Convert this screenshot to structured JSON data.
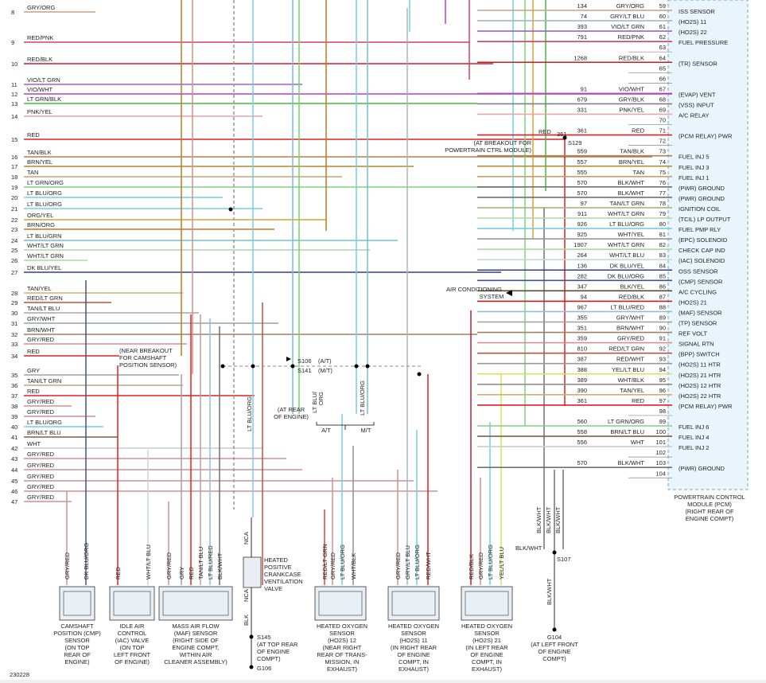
{
  "colors": {
    "GRY/ORG": "#c8a080",
    "RED/PNK": "#d64060",
    "RED/BLK": "#c02020",
    "LT GRN": "#6fd66f",
    "VIO/WHT": "#b040c0",
    "LT GRN/BLK": "#3cbf3c",
    "PNK/YEL": "#f0a0a0",
    "RED": "#e02020",
    "TAN/BLK": "#b08050",
    "BRN/YEL": "#b08a30",
    "TAN": "#c8a070",
    "LT GRN/ORG": "#7fd080",
    "LT BLU/ORG": "#70d0e0",
    "ORG/YEL": "#e0a030",
    "BRN/ORG": "#c07a20",
    "LT BLU/GRN": "#70c0d0",
    "WHT/LT GRN": "#a8d8a8",
    "DK BLU/YEL": "#304080",
    "TAN/YEL": "#d0b070",
    "RED/LT GRN": "#c05040",
    "TAN/LT BLU": "#b0a0a0",
    "GRY/WHT": "#9aa0a0",
    "BRN/WHT": "#a08060",
    "GRY/RED": "#d09090",
    "GRY": "#a0a0a0",
    "TAN/LT GRN": "#b0b080",
    "WHT": "#cccccc",
    "BRN/LT BLU": "#806040",
    "BLK/WHT": "#707070",
    "DK BLU/ORG": "#405090",
    "BLK/YEL": "#505030",
    "YEL/LT BLU": "#d8e060",
    "WHT/BLK": "#909090",
    "LT BLU/RED": "#90c0d0",
    "YEL/BLK": "#b0a000",
    "VIO/LT GRN": "#a060c0",
    "GRY/BLK": "#808080",
    "GRY/LT BLU": "#a0b8c8",
    "BLK/GRY": "#606060",
    "WHT/LT BLU": "#c0d8e0",
    "WHT/GRY": "#b8b8b8",
    "DK GRN/YEL": "#4a7a30"
  },
  "left_wires": [
    {
      "n": "8",
      "label": "GRY/ORG"
    },
    {
      "n": "9",
      "label": "RED/PNK"
    },
    {
      "n": "10",
      "label": "RED/BLK"
    },
    {
      "n": "11",
      "label": "VIO/LT GRN"
    },
    {
      "n": "12",
      "label": "VIO/WHT"
    },
    {
      "n": "13",
      "label": "LT GRN/BLK"
    },
    {
      "n": "14",
      "label": "PNK/YEL"
    },
    {
      "n": "15",
      "label": "RED"
    },
    {
      "n": "16",
      "label": "TAN/BLK"
    },
    {
      "n": "17",
      "label": "BRN/YEL"
    },
    {
      "n": "18",
      "label": "TAN"
    },
    {
      "n": "19",
      "label": "LT GRN/ORG"
    },
    {
      "n": "20",
      "label": "LT BLU/ORG"
    },
    {
      "n": "21",
      "label": "LT BLU/ORG"
    },
    {
      "n": "22",
      "label": "ORG/YEL"
    },
    {
      "n": "23",
      "label": "BRN/ORG"
    },
    {
      "n": "24",
      "label": "LT BLU/GRN"
    },
    {
      "n": "25",
      "label": "WHT/LT GRN"
    },
    {
      "n": "26",
      "label": "WHT/LT GRN"
    },
    {
      "n": "27",
      "label": "DK BLU/YEL"
    },
    {
      "n": "28",
      "label": "TAN/YEL"
    },
    {
      "n": "29",
      "label": "RED/LT GRN"
    },
    {
      "n": "30",
      "label": "TAN/LT BLU"
    },
    {
      "n": "31",
      "label": "GRY/WHT"
    },
    {
      "n": "32",
      "label": "BRN/WHT"
    },
    {
      "n": "33",
      "label": "GRY/RED"
    },
    {
      "n": "34",
      "label": "RED"
    },
    {
      "n": "35",
      "label": "GRY"
    },
    {
      "n": "36",
      "label": "TAN/LT GRN"
    },
    {
      "n": "37",
      "label": "RED"
    },
    {
      "n": "38",
      "label": "GRY/RED"
    },
    {
      "n": "39",
      "label": "GRY/RED"
    },
    {
      "n": "40",
      "label": "LT BLU/ORG"
    },
    {
      "n": "41",
      "label": "BRN/LT BLU"
    },
    {
      "n": "42",
      "label": "WHT"
    },
    {
      "n": "43",
      "label": "GRY/RED"
    },
    {
      "n": "44",
      "label": "GRY/RED"
    },
    {
      "n": "45",
      "label": "GRY/RED"
    },
    {
      "n": "46",
      "label": "GRY/RED"
    },
    {
      "n": "47",
      "label": "GRY/RED"
    }
  ],
  "pcm_pins": [
    {
      "ckt": "134",
      "wire": "GRY/ORG",
      "pin": "59",
      "func": "ISS SENSOR"
    },
    {
      "ckt": "74",
      "wire": "GRY/LT BLU",
      "pin": "60",
      "func": "(HO2S) 11"
    },
    {
      "ckt": "393",
      "wire": "VIO/LT GRN",
      "pin": "61",
      "func": "(HO2S) 22"
    },
    {
      "ckt": "791",
      "wire": "RED/PNK",
      "pin": "62",
      "func": "FUEL PRESSURE"
    },
    {
      "ckt": "",
      "wire": "",
      "pin": "63",
      "func": ""
    },
    {
      "ckt": "1268",
      "wire": "RED/BLK",
      "pin": "64",
      "func": "(TR) SENSOR"
    },
    {
      "ckt": "",
      "wire": "",
      "pin": "65",
      "func": ""
    },
    {
      "ckt": "",
      "wire": "",
      "pin": "66",
      "func": ""
    },
    {
      "ckt": "91",
      "wire": "VIO/WHT",
      "pin": "67",
      "func": "(EVAP) VENT"
    },
    {
      "ckt": "679",
      "wire": "GRY/BLK",
      "pin": "68",
      "func": "(VSS) INPUT"
    },
    {
      "ckt": "331",
      "wire": "PNK/YEL",
      "pin": "69",
      "func": "A/C RELAY"
    },
    {
      "ckt": "",
      "wire": "",
      "pin": "70",
      "func": ""
    },
    {
      "ckt": "361",
      "wire": "RED",
      "pin": "71",
      "func": "(PCM RELAY) PWR"
    },
    {
      "ckt": "",
      "wire": "",
      "pin": "72",
      "func": ""
    },
    {
      "ckt": "559",
      "wire": "TAN/BLK",
      "pin": "73",
      "func": "FUEL INJ 5"
    },
    {
      "ckt": "557",
      "wire": "BRN/YEL",
      "pin": "74",
      "func": "FUEL INJ 3"
    },
    {
      "ckt": "555",
      "wire": "TAN",
      "pin": "75",
      "func": "FUEL INJ 1"
    },
    {
      "ckt": "570",
      "wire": "BLK/WHT",
      "pin": "76",
      "func": "(PWR) GROUND"
    },
    {
      "ckt": "570",
      "wire": "BLK/WHT",
      "pin": "77",
      "func": "(PWR) GROUND"
    },
    {
      "ckt": "97",
      "wire": "TAN/LT GRN",
      "pin": "78",
      "func": "IGNITION COIL"
    },
    {
      "ckt": "911",
      "wire": "WHT/LT GRN",
      "pin": "79",
      "func": "(TCIL) LP OUTPUT"
    },
    {
      "ckt": "926",
      "wire": "LT BLU/ORG",
      "pin": "80",
      "func": "FUEL PMP RLY"
    },
    {
      "ckt": "925",
      "wire": "WHT/YEL",
      "pin": "81",
      "func": "(EPC) SOLENOID"
    },
    {
      "ckt": "1907",
      "wire": "WHT/LT GRN",
      "pin": "82",
      "func": "CHECK CAP IND"
    },
    {
      "ckt": "264",
      "wire": "WHT/LT BLU",
      "pin": "83",
      "func": "(IAC) SOLENOID"
    },
    {
      "ckt": "136",
      "wire": "DK BLU/YEL",
      "pin": "84",
      "func": "OSS SENSOR"
    },
    {
      "ckt": "282",
      "wire": "DK BLU/ORG",
      "pin": "85",
      "func": "(CMP) SENSOR"
    },
    {
      "ckt": "347",
      "wire": "BLK/YEL",
      "pin": "86",
      "func": "A/C CYCLING"
    },
    {
      "ckt": "94",
      "wire": "RED/BLK",
      "pin": "87",
      "func": "(HO2S) 21"
    },
    {
      "ckt": "967",
      "wire": "LT BLU/RED",
      "pin": "88",
      "func": "(MAF) SENSOR"
    },
    {
      "ckt": "355",
      "wire": "GRY/WHT",
      "pin": "89",
      "func": "(TP) SENSOR"
    },
    {
      "ckt": "351",
      "wire": "BRN/WHT",
      "pin": "90",
      "func": "REF VOLT"
    },
    {
      "ckt": "359",
      "wire": "GRY/RED",
      "pin": "91",
      "func": "SIGNAL RTN"
    },
    {
      "ckt": "810",
      "wire": "RED/LT GRN",
      "pin": "92",
      "func": "(BPP) SWITCH"
    },
    {
      "ckt": "387",
      "wire": "RED/WHT",
      "pin": "93",
      "func": "(HO2S) 11 HTR"
    },
    {
      "ckt": "388",
      "wire": "YEL/LT BLU",
      "pin": "94",
      "func": "(HO2S) 21 HTR"
    },
    {
      "ckt": "389",
      "wire": "WHT/BLK",
      "pin": "95",
      "func": "(HO2S) 12 HTR"
    },
    {
      "ckt": "390",
      "wire": "TAN/YEL",
      "pin": "96",
      "func": "(HO2S) 22 HTR"
    },
    {
      "ckt": "361",
      "wire": "RED",
      "pin": "97",
      "func": "(PCM RELAY) PWR"
    },
    {
      "ckt": "",
      "wire": "",
      "pin": "98",
      "func": ""
    },
    {
      "ckt": "560",
      "wire": "LT GRN/ORG",
      "pin": "99",
      "func": "FUEL INJ 6"
    },
    {
      "ckt": "558",
      "wire": "BRN/LT BLU",
      "pin": "100",
      "func": "FUEL INJ 4"
    },
    {
      "ckt": "556",
      "wire": "WHT",
      "pin": "101",
      "func": "FUEL INJ 2"
    },
    {
      "ckt": "",
      "wire": "",
      "pin": "102",
      "func": ""
    },
    {
      "ckt": "570",
      "wire": "BLK/WHT",
      "pin": "103",
      "func": "(PWR) GROUND"
    },
    {
      "ckt": "",
      "wire": "",
      "pin": "104",
      "func": ""
    }
  ],
  "pcm_title": [
    "POWERTRAIN CONTROL",
    "MODULE (PCM)",
    "(RIGHT REAR OF",
    "ENGINE COMPT)"
  ],
  "notes": {
    "s129_red": "RED",
    "s129_ckt": "361",
    "s129_label": "S129",
    "s129_note_1": "(AT BREAKOUT FOR",
    "s129_note_2": "POWERTRAIN CTRL MODULE)",
    "ac_1": "AIR CONDITIONING",
    "ac_2": "SYSTEM",
    "cmp_note_1": "(NEAR BREAKOUT",
    "cmp_note_2": "FOR CAMSHAFT",
    "cmp_note_3": "POSITION SENSOR)",
    "s106": "S106",
    "s106_at": "(A/T)",
    "s141": "S141",
    "s141_mt": "(M/T)",
    "rear_1": "(AT REAR",
    "rear_2": "OF ENGINE)",
    "lt_blu_org_1": "LT BLU/",
    "lt_blu_org_2": "ORG",
    "lt_blu_org_3": "LT BLU/ORG",
    "at": "A/T",
    "mt": "M/T",
    "lt_blu_org_v": "LT BLU/ORG",
    "blk_wht": "BLK/WHT",
    "s107": "S107",
    "s145": "S145",
    "s145_1": "(AT TOP REAR",
    "s145_2": "OF ENGINE",
    "s145_3": "COMPT)",
    "g106": "G106",
    "g104": "G104",
    "g104_1": "(AT LEFT FRONT",
    "g104_2": "OF ENGINE",
    "g104_3": "COMPT)",
    "fig_id": "230228"
  },
  "components": [
    {
      "id": "cmp",
      "lines": [
        "CAMSHAFT",
        "POSITION (CMP)",
        "SENSOR",
        "(ON TOP",
        "REAR OF",
        "ENGINE)"
      ],
      "wires": [
        "GRY/RED",
        "DK BLU/ORG"
      ]
    },
    {
      "id": "iac",
      "lines": [
        "IDLE AIR",
        "CONTROL",
        "(IAC) VALVE",
        "(ON TOP",
        "LEFT FRONT",
        "OF ENGINE)"
      ],
      "wires": [
        "RED",
        "WHT/LT BLU"
      ]
    },
    {
      "id": "maf",
      "lines": [
        "MASS AIR FLOW",
        "(MAF) SENSOR",
        "(RIGHT SIDE OF",
        "ENGINE COMPT,",
        "WITHIN AIR",
        "CLEANER ASSEMBLY)"
      ],
      "wires": [
        "GRY/RED",
        "GRY",
        "RED",
        "TAN/LT BLU",
        "LT BLU/RED",
        "BLK/WHT"
      ]
    },
    {
      "id": "pcv",
      "lines": [
        "HEATED",
        "POSITIVE",
        "CRANKCASE",
        "VENTILATION",
        "VALVE"
      ],
      "wires": [
        "NCA",
        "NCA",
        "BLK"
      ]
    },
    {
      "id": "ho2s12",
      "lines": [
        "HEATED OXYGEN",
        "SENSOR",
        "(HO2S) 12",
        "(NEAR RIGHT",
        "REAR OF TRANS-",
        "MISSION, IN",
        "EXHAUST)"
      ],
      "wires": [
        "RED/LT GRN",
        "GRY/RED",
        "LT BLU/ORG",
        "WHT/BLK"
      ]
    },
    {
      "id": "ho2s11",
      "lines": [
        "HEATED OXYGEN",
        "SENSOR",
        "(HO2S) 11",
        "(IN RIGHT REAR",
        "OF ENGINE",
        "COMPT, IN",
        "EXHAUST)"
      ],
      "wires": [
        "GRY/RED",
        "GRY/LT BLU",
        "LT BLU/ORG",
        "RED/WHT"
      ]
    },
    {
      "id": "ho2s21",
      "lines": [
        "HEATED OXYGEN",
        "SENSOR",
        "(HO2S) 21",
        "(IN LEFT REAR",
        "OF ENGINE",
        "COMPT, IN",
        "EXHAUST)"
      ],
      "wires": [
        "RED/BLK",
        "GRY/RED",
        "LT BLU/ORG",
        "YEL/LT BLU"
      ]
    }
  ],
  "ground_wires": {
    "g104_wire": "BLK/WHT",
    "pcm_wires": [
      "BLK/WHT",
      "BLK/WHT",
      "BLK/WHT"
    ]
  }
}
